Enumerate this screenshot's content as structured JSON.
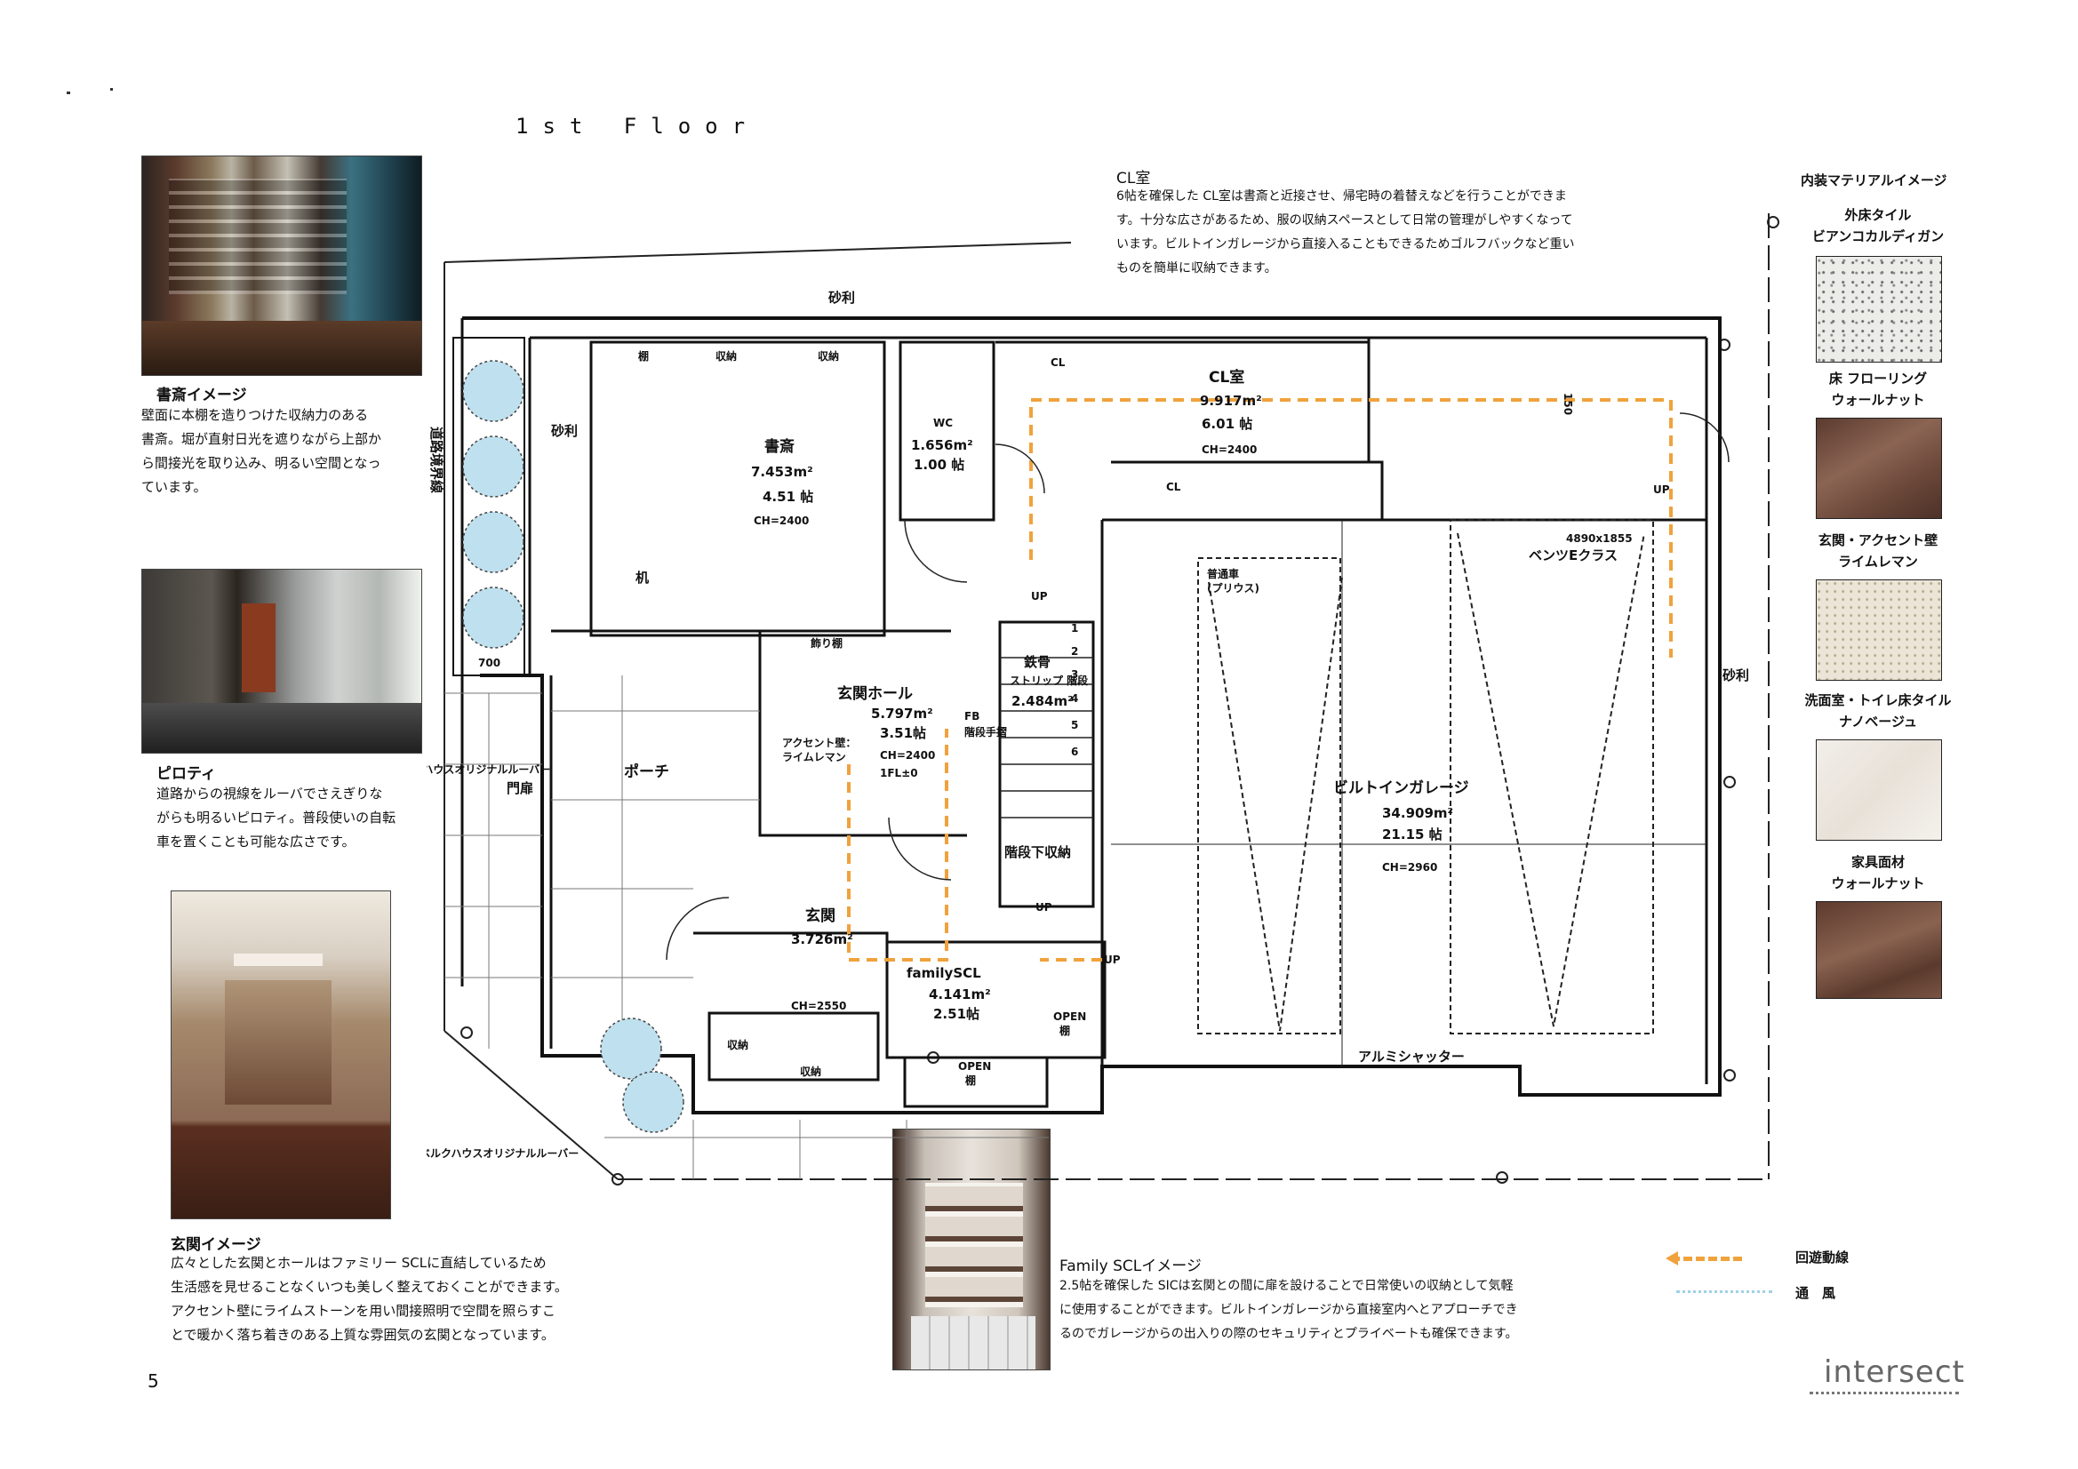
{
  "page": {
    "floor_title": "1st  Floor",
    "page_number": "5",
    "logo_text": "intersect"
  },
  "captions": {
    "study": {
      "title": "書斎イメージ",
      "body": "壁面に本棚を造りつけた収納力のある\n書斎。堀が直射日光を遮りながら上部か\nら間接光を取り込み、明るい空間となっ\nています。"
    },
    "piloti": {
      "title": "ピロティ",
      "body": "道路からの視線をルーバでさえぎりな\nがらも明るいピロティ。普段使いの自転\n車を置くことも可能な広さです。"
    },
    "entrance": {
      "title": "玄関イメージ",
      "body": "広々とした玄関とホールはファミリー SCLに直結しているため\n生活感を見せることなくいつも美しく整えておくことができます。\nアクセント壁にライムストーンを用い間接照明で空間を照らすこ\nとで暖かく落ち着きのある上質な雰囲気の玄関となっています。"
    },
    "cl": {
      "title": "CL室",
      "body": "6帖を確保した CL室は書斎と近接させ、帰宅時の着替えなどを行うことができま\nす。十分な広さがあるため、服の収納スペースとして日常の管理がしやすくなって\nいます。ビルトインガレージから直接入ることもできるためゴルフバックなど重い\nものを簡単に収納できます。"
    },
    "family_scl": {
      "title": "Family SCLイメージ",
      "body": "2.5帖を確保した SICは玄関との間に扉を設けることで日常使いの収納として気軽\nに使用することができます。ビルトインガレージから直接室内へとアプローチでき\nるのでガレージからの出入りの際のセキュリティとプライベートも確保できます。"
    }
  },
  "materials": {
    "title": "内装マテリアルイメージ",
    "items": [
      {
        "label1": "外床タイル",
        "label2": "ビアンコカルディガン",
        "color": "#e9e9e6"
      },
      {
        "label1": "床 フローリング",
        "label2": "ウォールナット",
        "color": "#6e4a3d"
      },
      {
        "label1": "玄関・アクセント壁",
        "label2": "ライムレマン",
        "color": "#e4ddcf"
      },
      {
        "label1": "洗面室・トイレ床タイル",
        "label2": "ナノベージュ",
        "color": "#efeae3"
      },
      {
        "label1": "家具面材",
        "label2": "ウォールナット",
        "color": "#6f4a3a"
      }
    ]
  },
  "legend": {
    "circulation": "回遊動線",
    "ventilation": "通　風",
    "circulation_color": "#f0a23c",
    "ventilation_color": "#9fd0e6"
  },
  "plan": {
    "labels": {
      "gravel_top": "砂利",
      "gravel_left": "砂利",
      "gravel_right": "砂利",
      "road_boundary": "道路境界線",
      "study": "書斎",
      "study_area": "7.453m²",
      "study_jo": "4.51 帖",
      "study_ch": "CH=2400",
      "desk": "机",
      "shelf1": "棚",
      "shelf2": "収納",
      "shelf3": "収納",
      "wc": "WC",
      "wc_area": "1.656m²",
      "wc_jo": "1.00 帖",
      "cl_room": "CL室",
      "cl_area": "9.917m²",
      "cl_jo": "6.01 帖",
      "cl_ch": "CH=2400",
      "cl_a": "CL",
      "cl_b": "CL",
      "dim_150": "150",
      "up1": "UP",
      "up2": "UP",
      "up3": "UP",
      "up4": "UP",
      "car_big": "4890x1855",
      "car_big_name": "ベンツEクラス",
      "car_small": "普通車",
      "car_small_name": "(プリウス)",
      "garage": "ビルトインガレージ",
      "garage_area": "34.909m²",
      "garage_jo": "21.15 帖",
      "garage_ch": "CH=2960",
      "shutter": "アルミシャッター",
      "hall": "玄関ホール",
      "hall_area": "5.797m²",
      "hall_jo": "3.51帖",
      "hall_ch": "CH=2400",
      "hall_fl": "1FL±0",
      "decor_shelf": "飾り棚",
      "accent_wall": "アクセント壁：",
      "accent_wall2": "ライムレマン",
      "fb": "FB",
      "handrail": "階段手摺",
      "stair": "鉄骨",
      "stair2": "ストリップ 階段",
      "stair_area": "2.484m²",
      "under_stair": "階段下収納",
      "porch": "ポーチ",
      "gate": "門扉",
      "louver_top": "ベルクハウスオリジナルルーバー",
      "louver_bottom": "ベルクハウスオリジナルルーバー",
      "genkan": "玄関",
      "genkan_area": "3.726m²",
      "genkan_ch": "CH=2550",
      "family_scl": "familySCL",
      "family_area": "4.141m²",
      "family_jo": "2.51帖",
      "storage_a": "収納",
      "storage_b": "収納",
      "open_shelf": "OPEN",
      "open_shelf_b": "棚",
      "open_shelf2": "OPEN",
      "open_shelf2_b": "棚",
      "dim_700": "700",
      "step1": "1",
      "step2": "2",
      "step3": "3",
      "step4": "4",
      "step5": "5",
      "step6": "6"
    }
  }
}
